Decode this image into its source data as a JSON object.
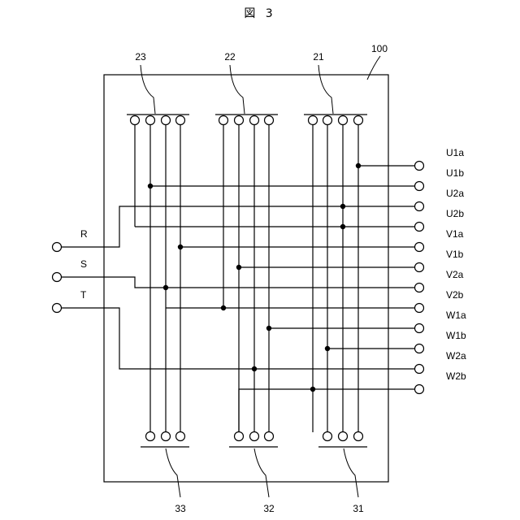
{
  "figure_title": "図 3",
  "device_label": "100",
  "top_switch_labels": [
    "23",
    "22",
    "21"
  ],
  "bottom_switch_labels": [
    "33",
    "32",
    "31"
  ],
  "input_terminals": [
    "R",
    "S",
    "T"
  ],
  "output_terminals": [
    "U1a",
    "U1b",
    "U2a",
    "U2b",
    "V1a",
    "V1b",
    "V2a",
    "V2b",
    "W1a",
    "W1b",
    "W2a",
    "W2b"
  ]
}
